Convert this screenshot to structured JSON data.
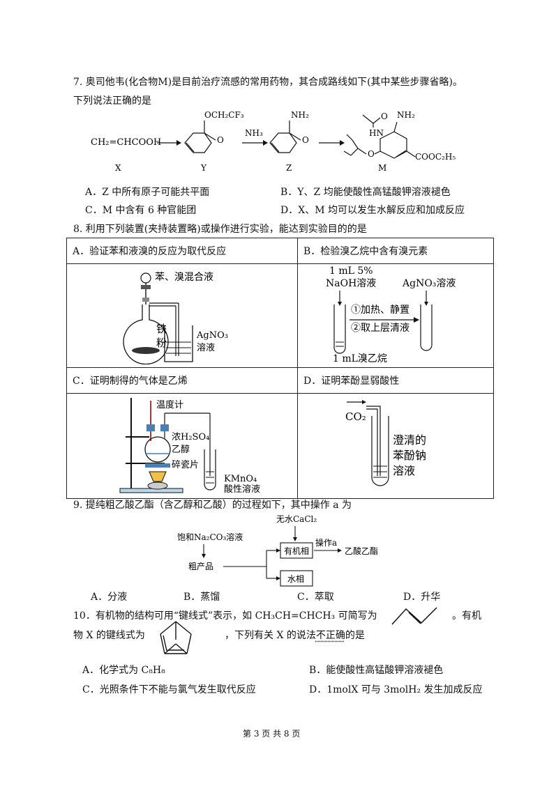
{
  "q7": {
    "line1": "7. 奥司他韦(化合物M)是目前治疗流感的常用药物，其合成路线如下(其中某些步骤省略)。",
    "line2": "下列说法正确的是",
    "scheme": {
      "x_formula": "CH₂=CHCOOH",
      "y_sub": "OCH₂CF₃",
      "o": "O",
      "nh3": "NH₃",
      "z_sub": "NH₂",
      "m_nh2": "NH₂",
      "m_hn": "HN",
      "m_ester": "COOC₂H₅",
      "label_x": "X",
      "label_y": "Y",
      "label_z": "Z",
      "label_m": "M"
    },
    "options": [
      "A．Z 中所有原子可能共平面",
      "B．Y、Z 均能使酸性高锰酸钾溶液褪色",
      "C．M 中含有 6 种官能团",
      "D．X、M 均可以发生水解反应和加成反应"
    ]
  },
  "q8": {
    "stem": "8.  利用下列装置(夹持装置略)或操作进行实验，能达到实验目的的是",
    "cells": {
      "a_title": "A．验证苯和液溴的反应为取代反应",
      "b_title": "B．检验溴乙烷中含有溴元素",
      "c_title": "C．证明制得的气体是乙烯",
      "d_title": "D．证明苯酚显弱酸性"
    },
    "a_labels": {
      "mix": "苯、溴混合液",
      "iron1": "铁",
      "iron2": "粉",
      "agno3": "AgNO₃",
      "soln": "溶液"
    },
    "b_labels": {
      "naoh1": "1 mL  5%",
      "naoh2": "NaOH溶液",
      "agno3": "AgNO₃溶液",
      "step1": "①加热、静置",
      "step2": "②取上层清液",
      "bromo": "1 mL溴乙烷"
    },
    "c_labels": {
      "thermo": "温度计",
      "h2so4": "浓H₂SO₄",
      "ethanol": "乙醇",
      "shards": "碎瓷片",
      "kmno4": "KMnO₄",
      "acidic": "酸性溶液"
    },
    "d_labels": {
      "co2": "CO₂",
      "s1": "澄清的",
      "s2": "苯酚钠",
      "s3": "溶液"
    }
  },
  "q9": {
    "stem": "9.  提纯粗乙酸乙酯（含乙醇和乙酸）的过程如下，其中操作 a 为",
    "flow": {
      "na2co3": "饱和Na₂CO₃溶液",
      "cacl2": "无水CaCl₂",
      "crude": "粗产品",
      "organic": "有机相",
      "water": "水相",
      "op": "操作a",
      "product": "乙酸乙酯"
    },
    "options": [
      "A．分液",
      "B．蒸馏",
      "C．萃取",
      "D．升华"
    ]
  },
  "q10": {
    "line1a": "10．有机物的结构可用“键线式”表示，如 CH₃CH=CHCH₃ 可简写为",
    "line1b": "。有机",
    "line2a": "物 X 的键线式为",
    "line2b": "，下列有关 X 的说法",
    "line2c": "不正确",
    "line2d": "的是",
    "options": [
      "A．化学式为 C₈H₈",
      "B．能使酸性高锰酸钾溶液褪色",
      "C．光照条件下不能与氯气发生取代反应",
      "D．1molX 可与 3molH₂ 发生加成反应"
    ]
  },
  "footer": "第 3 页 共 8 页"
}
